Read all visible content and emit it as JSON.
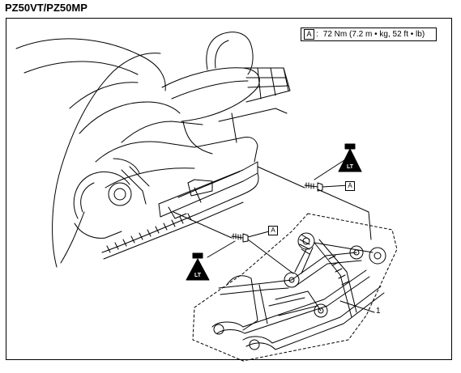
{
  "header": {
    "model": "PZ50VT/PZ50MP"
  },
  "spec": {
    "key": "A",
    "colon": ":",
    "value": "72 Nm (7.2 m • kg, 52 ft • lb)"
  },
  "callouts": {
    "right_bolt": "A",
    "left_bolt": "A",
    "part_number": "1"
  },
  "icons": {
    "loctite_upper": "LT",
    "loctite_lower": "LT"
  },
  "colors": {
    "line": "#000000",
    "background": "#ffffff"
  }
}
